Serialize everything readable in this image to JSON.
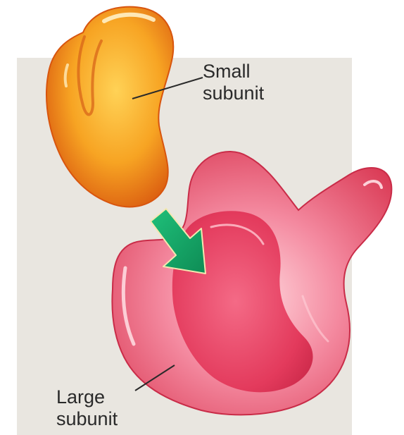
{
  "labels": {
    "small_subunit": [
      "Small",
      "subunit"
    ],
    "large_subunit": [
      "Large",
      "subunit"
    ]
  },
  "colors": {
    "background_panel": "#e9e6e0",
    "small_subunit": "#f39a1f",
    "large_subunit": "#e24a63",
    "arrow": "#16a866",
    "label_text": "#2a2a2a"
  }
}
